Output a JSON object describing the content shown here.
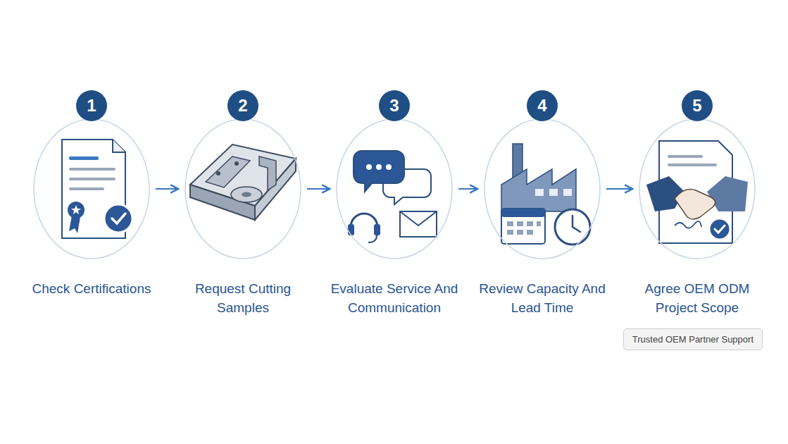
{
  "diagram": {
    "nodes": [
      {
        "text": [
          "1",
          "Check Certifications"
        ]
      },
      {
        "text": [
          "2",
          "Request Cutting Samples"
        ]
      },
      {
        "text": [
          "3",
          "Evaluate Service And Communication"
        ]
      },
      {
        "text": [
          "4",
          "Review Capacity And Lead Time"
        ]
      },
      {
        "text": [
          "5",
          "Agree OEM ODM Project Scope"
        ]
      },
      {
        "text": [
          "Trusted OEM Partner Support"
        ]
      }
    ],
    "edges": [
      {
        "from": 0,
        "to": 1,
        "arrow": "to"
      },
      {
        "from": 1,
        "to": 2,
        "arrow": "to"
      },
      {
        "from": 2,
        "to": 3,
        "arrow": "to"
      },
      {
        "from": 3,
        "to": 4,
        "arrow": "to"
      }
    ]
  }
}
